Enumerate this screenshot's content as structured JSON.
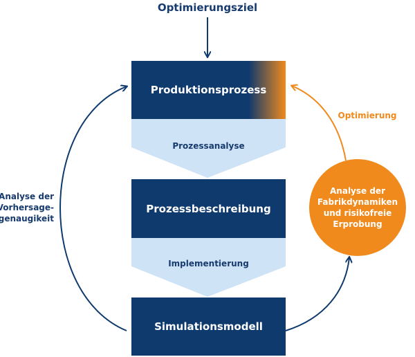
{
  "title": "Optimierungsziel",
  "boxes": [
    {
      "label": "Produktionsprozess"
    },
    {
      "label": "Prozessbeschreibung"
    },
    {
      "label": "Simulationsmodell"
    }
  ],
  "transitions": [
    {
      "label": "Prozessanalyse"
    },
    {
      "label": "Implementierung"
    }
  ],
  "left_loop_label": "Analyse der Vorhersage-genaugikeit",
  "right_loop_label": "Optimierung",
  "circle_label": "Analyse der Fabrikdynamiken und risikofreie Erprobung",
  "colors": {
    "navy": "#0f3a6e",
    "light_blue": "#cfe3f6",
    "orange": "#f08a1d",
    "text_navy": "#173b6e"
  }
}
